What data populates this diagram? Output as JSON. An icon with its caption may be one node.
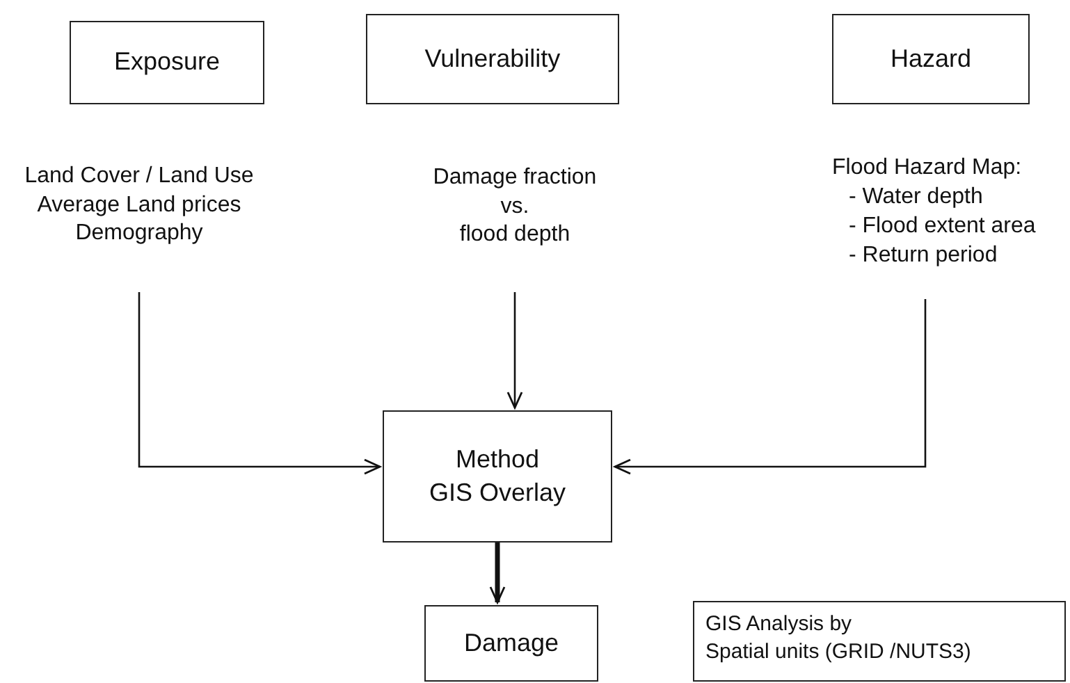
{
  "diagram": {
    "nodes": [
      {
        "text": [
          "Exposure"
        ]
      },
      {
        "text": [
          "Vulnerability"
        ]
      },
      {
        "text": [
          "Hazard"
        ]
      },
      {
        "text": [
          "Land Cover / Land Use",
          "Average Land prices",
          "Demography"
        ]
      },
      {
        "text": [
          "Damage fraction",
          "vs.",
          "flood depth"
        ]
      },
      {
        "text": [
          "Flood Hazard Map:",
          "- Water depth",
          "- Flood extent area",
          "- Return period"
        ]
      },
      {
        "text": [
          "Method",
          "GIS Overlay"
        ]
      },
      {
        "text": [
          "Damage"
        ]
      },
      {
        "text": [
          "GIS Analysis by",
          "Spatial units (GRID /NUTS3)"
        ]
      }
    ],
    "edges": [
      {
        "from": 3,
        "to": 6,
        "arrow": "to"
      },
      {
        "from": 4,
        "to": 6,
        "arrow": "to"
      },
      {
        "from": 5,
        "to": 6,
        "arrow": "to"
      },
      {
        "from": 6,
        "to": 7,
        "arrow": "to",
        "style": "thick"
      }
    ]
  }
}
